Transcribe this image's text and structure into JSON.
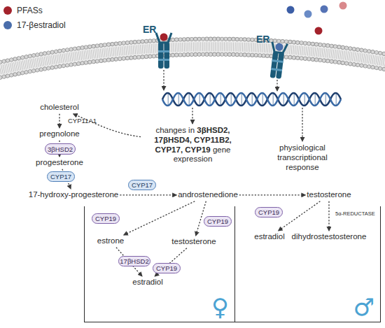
{
  "diagram": {
    "nodes": [
      {
        "text": [
          "ER"
        ]
      },
      {
        "text": [
          "ER"
        ]
      },
      {
        "text": [
          "cholesterol"
        ]
      },
      {
        "text": [
          "changes in 3βHSD2, 17βHSD4, CYP11B2, CYP17, CYP19 gene expression"
        ]
      },
      {
        "text": [
          "physiological transcriptional response"
        ]
      },
      {
        "text": [
          "pregnolone"
        ]
      },
      {
        "text": [
          "3βHSD2"
        ]
      },
      {
        "text": [
          "progesterone"
        ]
      },
      {
        "text": [
          "CYP17"
        ]
      },
      {
        "text": [
          "CYP17"
        ]
      },
      {
        "text": [
          "17-hydroxy-progesterone"
        ]
      },
      {
        "text": [
          "androstenedione"
        ]
      },
      {
        "text": [
          "testosterone"
        ]
      },
      {
        "text": [
          "♀"
        ]
      },
      {
        "text": [
          "CYP19"
        ],
        "in": 13
      },
      {
        "text": [
          "CYP19"
        ],
        "in": 13
      },
      {
        "text": [
          "estrone"
        ],
        "in": 13
      },
      {
        "text": [
          "testosterone"
        ],
        "in": 13
      },
      {
        "text": [
          "17βHSD2"
        ],
        "in": 13
      },
      {
        "text": [
          "CYP19"
        ],
        "in": 13
      },
      {
        "text": [
          "estradiol"
        ],
        "in": 13
      },
      {
        "text": [
          "♂"
        ]
      },
      {
        "text": [
          "CYP19"
        ],
        "in": 21
      },
      {
        "text": [
          "estradiol"
        ],
        "in": 21
      },
      {
        "text": [
          "dihydrostestosterone"
        ],
        "in": 21
      }
    ],
    "edges": [
      {
        "from": 3,
        "to": 2,
        "arrow": "to"
      },
      {
        "from": 2,
        "to": 5,
        "label": "CYP11A1",
        "arrow": "to"
      },
      {
        "from": 5,
        "to": 7,
        "arrow": "to"
      },
      {
        "from": 7,
        "to": 10,
        "arrow": "to"
      },
      {
        "from": 10,
        "to": 11,
        "arrow": "to"
      },
      {
        "from": 11,
        "to": 12,
        "arrow": "to"
      },
      {
        "from": 11,
        "to": 16,
        "arrow": "to"
      },
      {
        "from": 11,
        "to": 17,
        "arrow": "to"
      },
      {
        "from": 16,
        "to": 20,
        "arrow": "to"
      },
      {
        "from": 17,
        "to": 20,
        "arrow": "to"
      },
      {
        "from": 12,
        "to": 23,
        "arrow": "to"
      },
      {
        "from": 12,
        "to": 24,
        "label": "5α-REDUCTASE",
        "arrow": "to"
      }
    ],
    "legend": [
      {
        "text": "PFASs",
        "color": "#a3222b"
      },
      {
        "text": "17-βestradiol",
        "color": "#4a6eab"
      }
    ]
  }
}
